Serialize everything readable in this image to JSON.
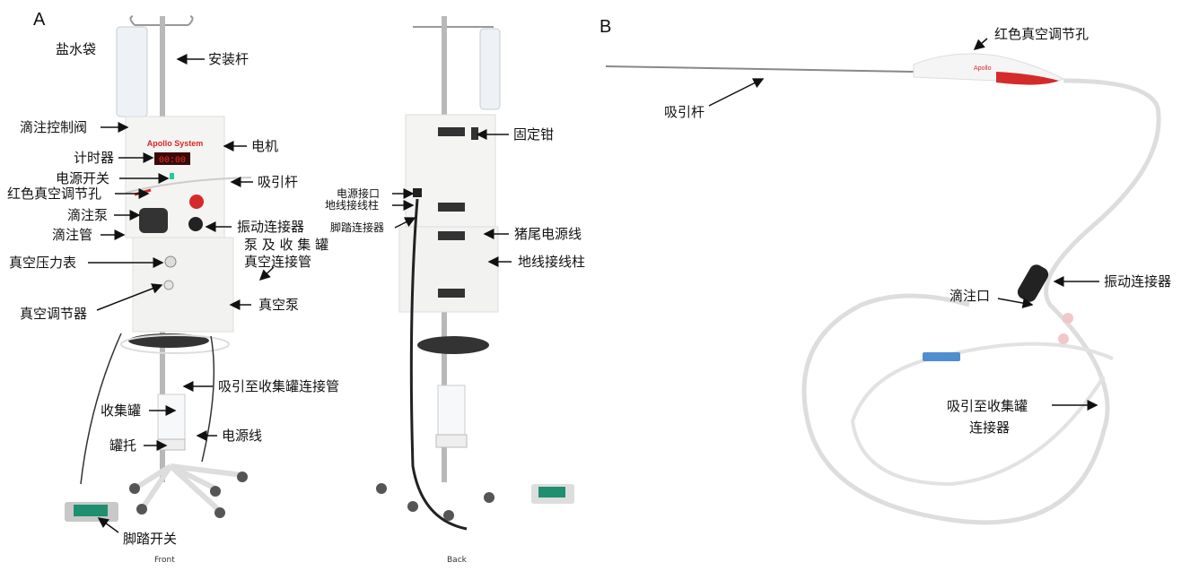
{
  "panels": {
    "a": "A",
    "b": "B"
  },
  "captions": {
    "front": "Front",
    "back": "Back"
  },
  "device": {
    "brand": "Apollo System",
    "timer": "00:00",
    "handle_brand": "Apollo"
  },
  "front_labels": {
    "saline_bag": "盐水袋",
    "mount_pole": "安装杆",
    "drip_valve": "滴注控制阀",
    "motor": "电机",
    "timer": "计时器",
    "power_switch": "电源开关",
    "suction_rod": "吸引杆",
    "red_vacuum_hole": "红色真空调节孔",
    "drip_pump": "滴注泵",
    "drip_tube": "滴注管",
    "vibration_connector": "振动连接器",
    "pump_canister_line1": "泵 及 收 集 罐",
    "pump_canister_line2": "真空连接管",
    "vacuum_gauge": "真空压力表",
    "vacuum_pump": "真空泵",
    "vacuum_regulator": "真空调节器",
    "suction_canister_tube": "吸引至收集罐连接管",
    "canister": "收集罐",
    "power_cord": "电源线",
    "canister_holder": "罐托",
    "foot_switch": "脚踏开关"
  },
  "back_labels": {
    "clamp": "固定钳",
    "power_port": "电源接口",
    "ground_post_1": "地线接线柱",
    "foot_connector": "脚踏连接器",
    "pigtail_cord": "猪尾电源线",
    "ground_post_2": "地线接线柱"
  },
  "b_labels": {
    "red_vacuum_hole": "红色真空调节孔",
    "suction_rod": "吸引杆",
    "vibration_connector": "振动连接器",
    "drip_port": "滴注口",
    "canister_connector_line1": "吸引至收集罐",
    "canister_connector_line2": "连接器"
  },
  "colors": {
    "accent_red": "#d42a2a",
    "timer_red": "#c0141b",
    "foot_green": "#1f8f70",
    "connector_blue": "#4f8fd0"
  }
}
